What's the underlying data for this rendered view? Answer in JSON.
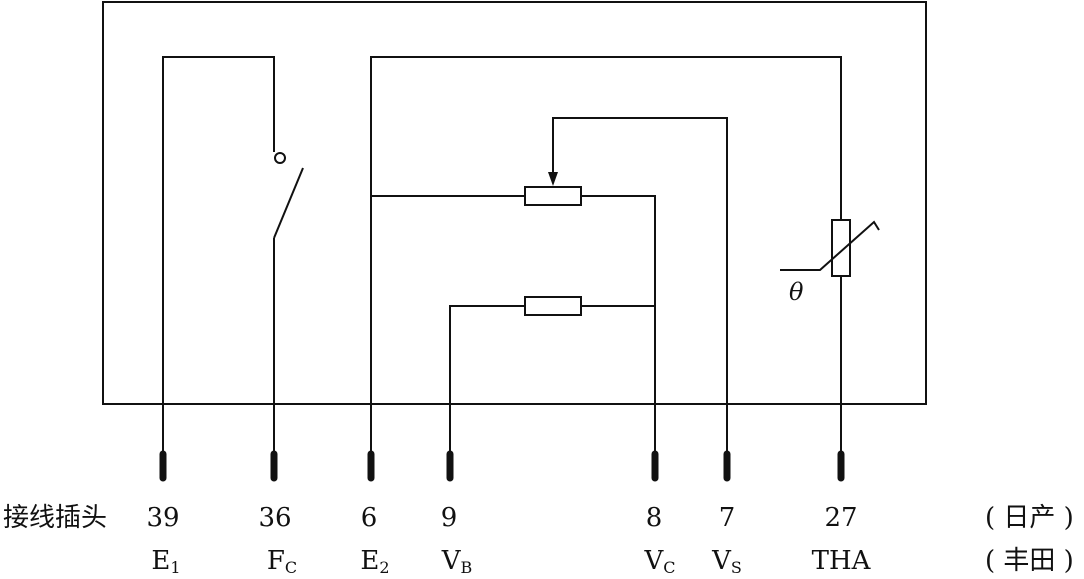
{
  "row_caption": "接线插头",
  "note_nissan": "( 日产 )",
  "note_toyota": "( 丰田 )",
  "theta": "θ",
  "pins": [
    {
      "num": "39",
      "base": "E",
      "sub": "1"
    },
    {
      "num": "36",
      "base": "F",
      "sub": "C"
    },
    {
      "num": "6",
      "base": "E",
      "sub": "2"
    },
    {
      "num": "9",
      "base": "V",
      "sub": "B"
    },
    {
      "num": "8",
      "base": "V",
      "sub": "C"
    },
    {
      "num": "7",
      "base": "V",
      "sub": "S"
    },
    {
      "num": "27",
      "base": "THA",
      "sub": ""
    }
  ]
}
